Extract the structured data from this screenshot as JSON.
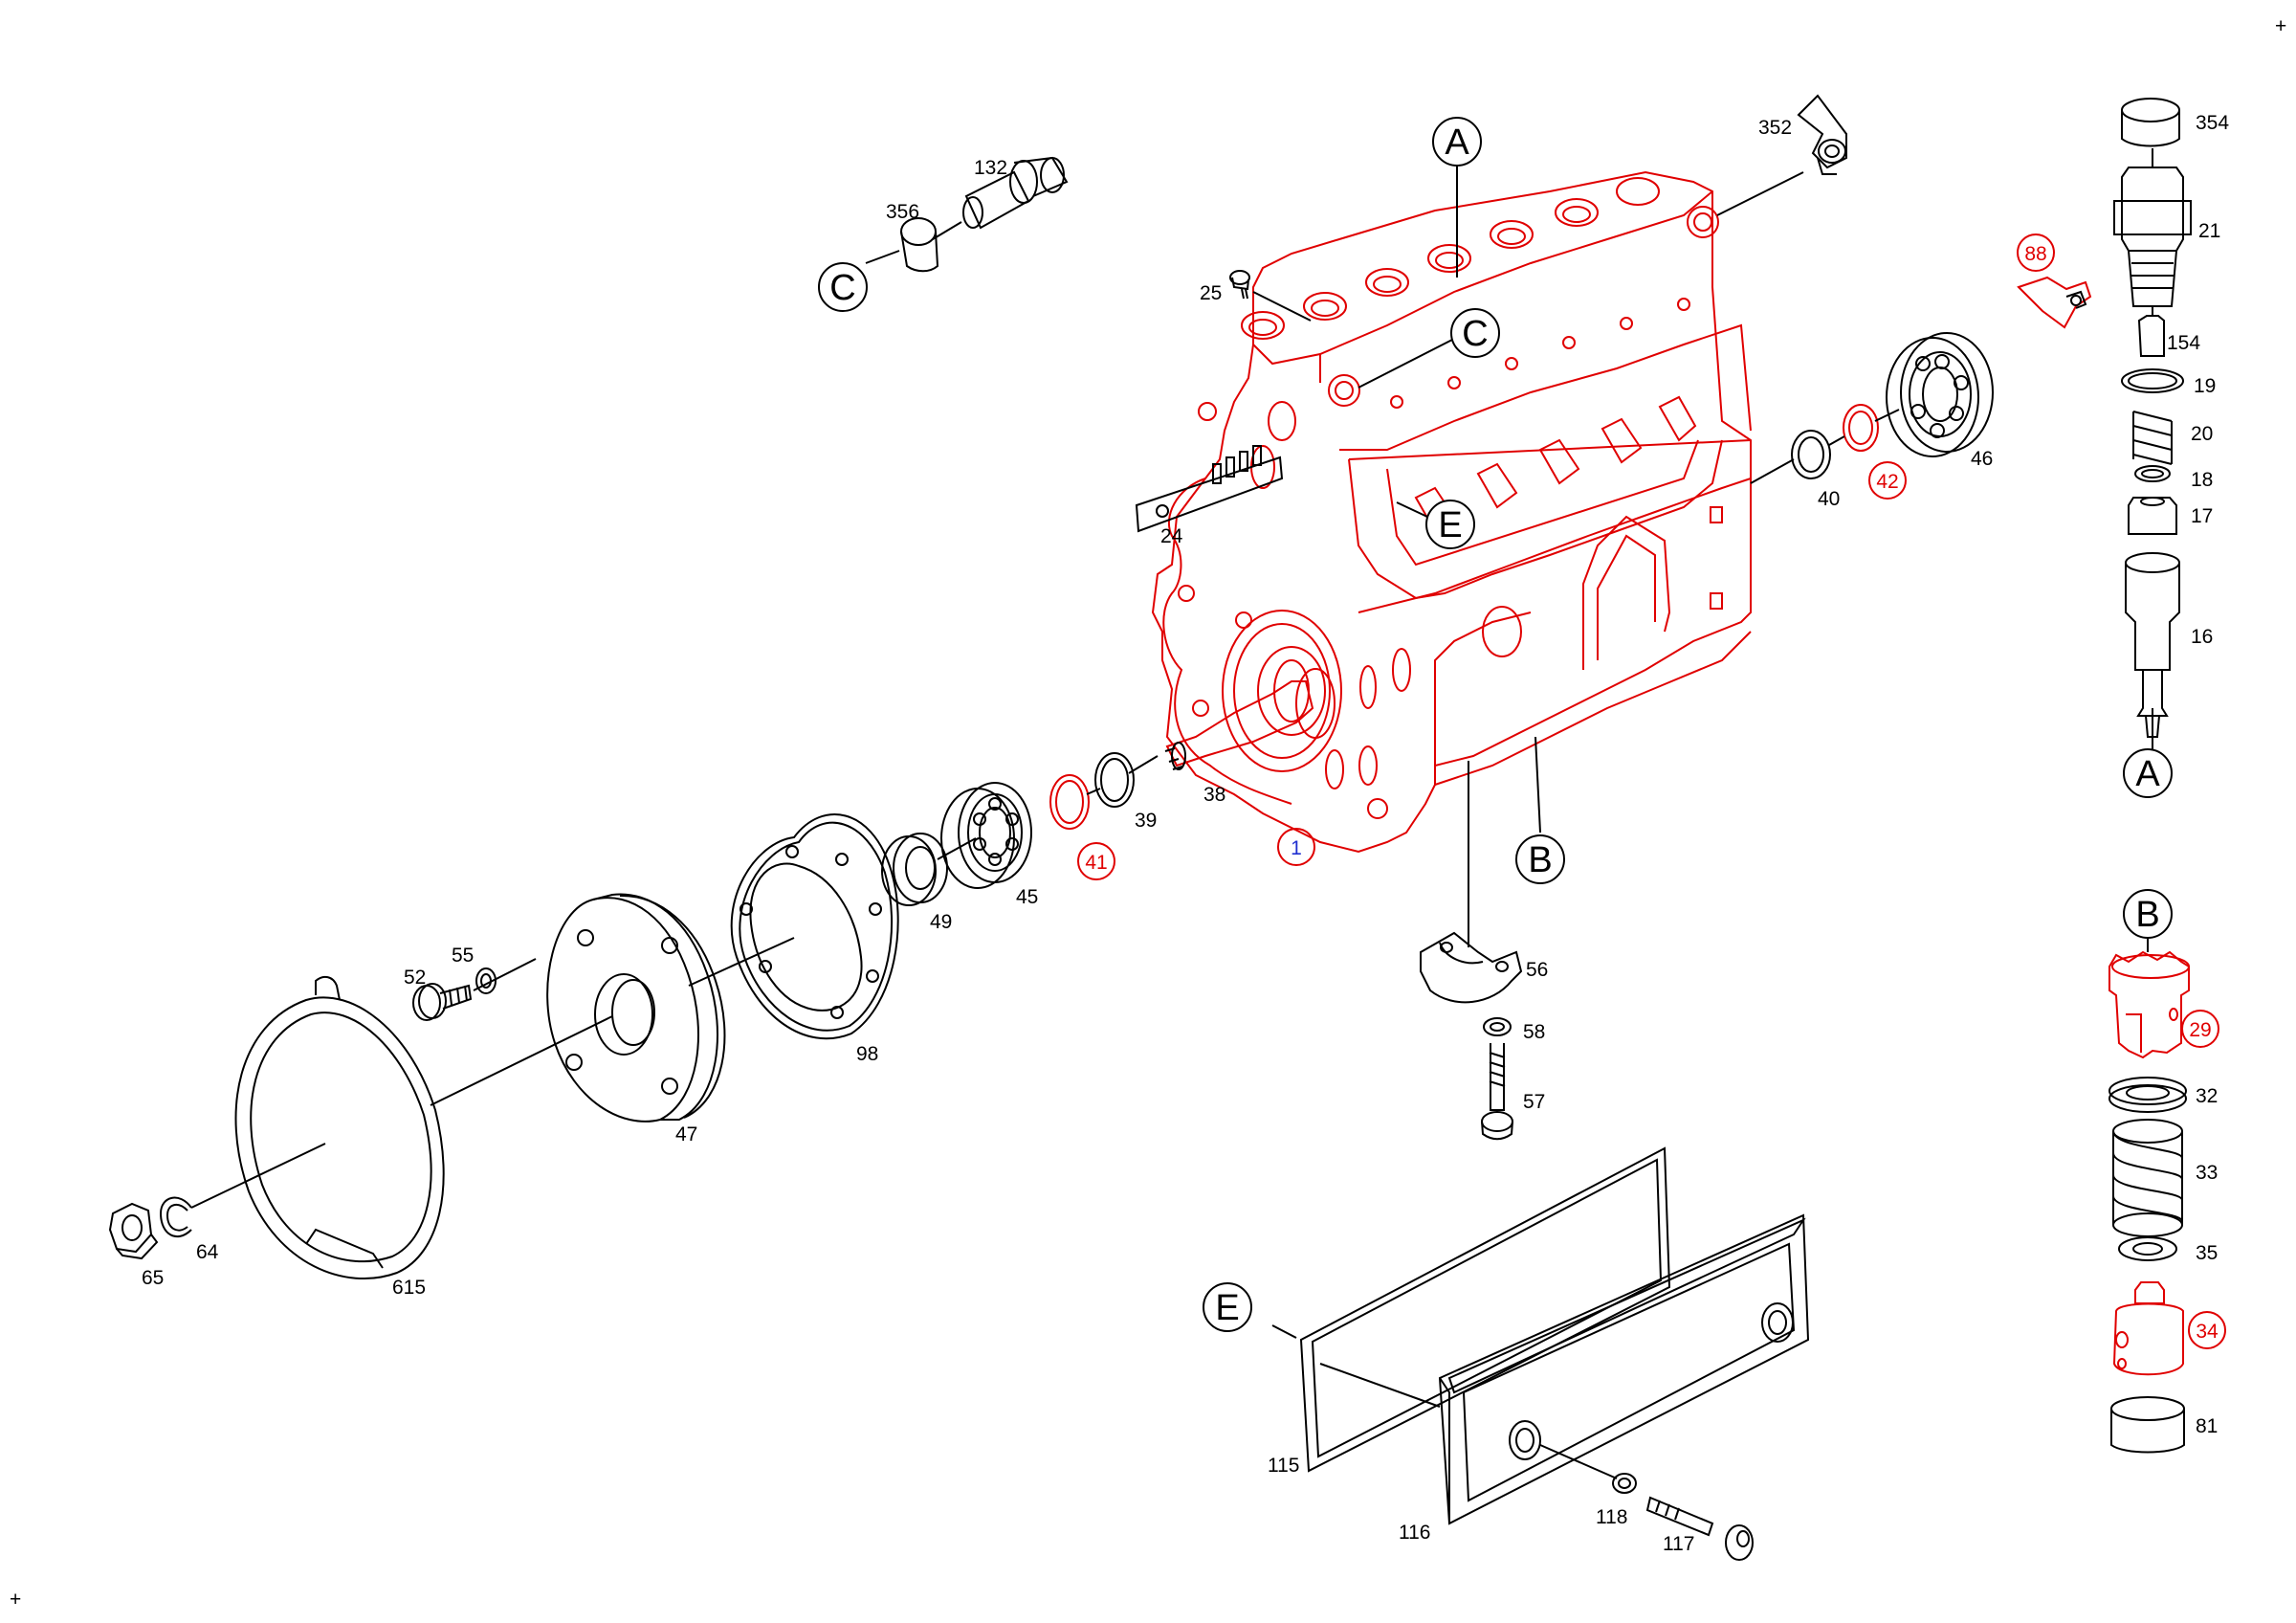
{
  "parts": {
    "p1": "1",
    "p16": "16",
    "p17": "17",
    "p18": "18",
    "p19": "19",
    "p20": "20",
    "p21": "21",
    "p24": "24",
    "p25": "25",
    "p29": "29",
    "p32": "32",
    "p33": "33",
    "p34": "34",
    "p35": "35",
    "p38": "38",
    "p39": "39",
    "p40": "40",
    "p41": "41",
    "p42": "42",
    "p45": "45",
    "p46": "46",
    "p47": "47",
    "p49": "49",
    "p52": "52",
    "p55": "55",
    "p56": "56",
    "p57": "57",
    "p58": "58",
    "p64": "64",
    "p65": "65",
    "p81": "81",
    "p88": "88",
    "p98": "98",
    "p115": "115",
    "p116": "116",
    "p117": "117",
    "p118": "118",
    "p132": "132",
    "p154": "154",
    "p352": "352",
    "p354": "354",
    "p356": "356",
    "p615": "615"
  },
  "refs": {
    "A": "A",
    "B": "B",
    "C": "C",
    "E": "E"
  },
  "marks": {
    "plus": "+"
  },
  "colors": {
    "highlight": "#e00000",
    "housing_id": "#1f2fd0",
    "line": "#000000"
  }
}
